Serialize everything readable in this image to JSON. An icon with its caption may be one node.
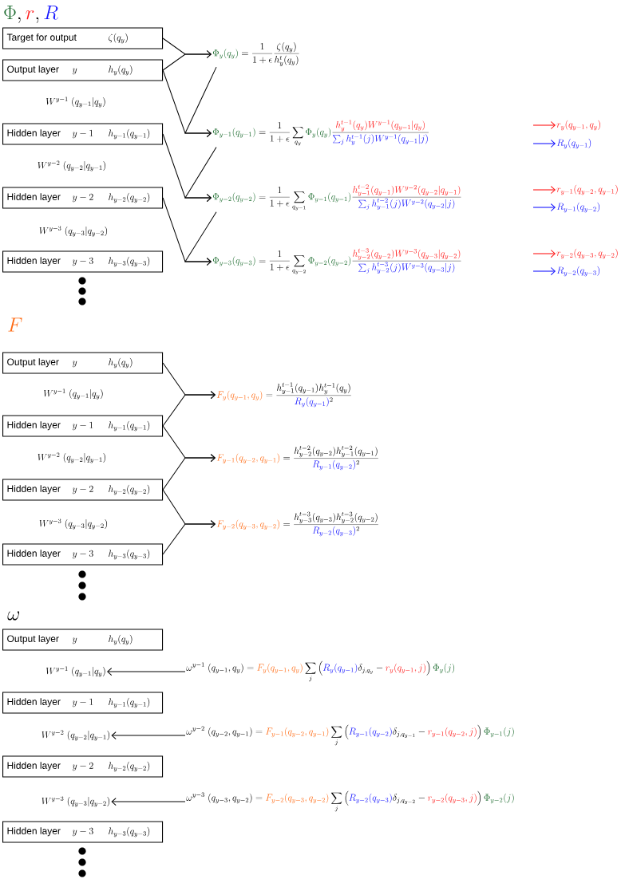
{
  "diagram": {
    "nodes": [
      {
        "text": [
          "Target for output",
          "\\zeta(q_y)"
        ]
      },
      {
        "text": [
          "Output layer",
          "y",
          "h_y(q_y)"
        ]
      },
      {
        "text": [
          "Hidden layer",
          "y-1",
          "h_{y-1}(q_{y-1})"
        ]
      },
      {
        "text": [
          "Hidden layer",
          "y-2",
          "h_{y-2}(q_{y-2})"
        ]
      },
      {
        "text": [
          "Hidden layer",
          "y-3",
          "h_{y-3}(q_{y-3})"
        ]
      },
      {
        "text": [
          "\\textcolor{green}{\\Phi_y(q_y)} = \\frac{1}{1+\\epsilon}\\frac{\\zeta(q_y)}{h^t_y(q_y)}"
        ]
      },
      {
        "text": [
          "\\textcolor{green}{\\Phi_{y-1}(q_{y-1})} = \\frac{1}{1+\\epsilon}\\sum_{q_y}\\textcolor{green}{\\Phi_y(q_y)}\\frac{\\textcolor{red}{h^{t-1}_y(q_y)W^{y-1}(q_{y-1}|q_y)}}{\\textcolor{blue}{\\sum_j h^{t-1}_y(j)W^{y-1}(q_{y-1}|j)}}"
        ]
      },
      {
        "text": [
          "\\textcolor{red}{r_y(q_{y-1},q_y)}"
        ]
      },
      {
        "text": [
          "\\textcolor{blue}{R_y(q_{y-1})}"
        ]
      },
      {
        "text": [
          "\\textcolor{green}{\\Phi_{y-2}(q_{y-2})} = \\frac{1}{1+\\epsilon}\\sum_{q_{y-1}}\\textcolor{green}{\\Phi_{y-1}(q_{y-1})}\\frac{\\textcolor{red}{h^{t-2}_{y-1}(q_{y-1})W^{y-2}(q_{y-2}|q_{y-1})}}{\\textcolor{blue}{\\sum_j h^{t-2}_{y-1}(j)W^{y-2}(q_{y-2}|j)}}"
        ]
      },
      {
        "text": [
          "\\textcolor{red}{r_{y-1}(q_{y-2},q_{y-1})}"
        ]
      },
      {
        "text": [
          "\\textcolor{blue}{R_{y-1}(q_{y-2})}"
        ]
      },
      {
        "text": [
          "\\textcolor{green}{\\Phi_{y-3}(q_{y-3})} = \\frac{1}{1+\\epsilon}\\sum_{q_{y-2}}\\textcolor{green}{\\Phi_{y-2}(q_{y-2})}\\frac{\\textcolor{red}{h^{t-3}_{y-2}(q_{y-2})W^{y-3}(q_{y-3}|q_{y-2})}}{\\textcolor{blue}{\\sum_j h^{t-3}_{y-2}(j)W^{y-3}(q_{y-3}|j)}}"
        ]
      },
      {
        "text": [
          "\\textcolor{red}{r_{y-2}(q_{y-3},q_{y-2})}"
        ]
      },
      {
        "text": [
          "\\textcolor{blue}{R_{y-2}(q_{y-3})}"
        ]
      },
      {
        "text": [
          "Output layer",
          "y",
          "h_y(q_y)"
        ]
      },
      {
        "text": [
          "Hidden layer",
          "y-1",
          "h_{y-1}(q_{y-1})"
        ]
      },
      {
        "text": [
          "Hidden layer",
          "y-2",
          "h_{y-2}(q_{y-2})"
        ]
      },
      {
        "text": [
          "Hidden layer",
          "y-3",
          "h_{y-3}(q_{y-3})"
        ]
      },
      {
        "text": [
          "\\textcolor{orange}{F_y(q_{y-1},q_y)} = \\frac{h^{t-1}_{y-1}(q_{y-1})h^{t-1}_y(q_y)}{\\textcolor{blue}{R_y(q_{y-1})}^2}"
        ]
      },
      {
        "text": [
          "\\textcolor{orange}{F_{y-1}(q_{y-2},q_{y-1})} = \\frac{h^{t-2}_{y-2}(q_{y-2})h^{t-2}_{y-1}(q_{y-1})}{\\textcolor{blue}{R_{y-1}(q_{y-2})}^2}"
        ]
      },
      {
        "text": [
          "\\textcolor{orange}{F_{y-2}(q_{y-3},q_{y-2})} = \\frac{h^{t-3}_{y-3}(q_{y-3})h^{t-3}_{y-2}(q_{y-2})}{\\textcolor{blue}{R_{y-2}(q_{y-3})}^2}"
        ]
      },
      {
        "text": [
          "Output layer",
          "y",
          "h_y(q_y)"
        ]
      },
      {
        "text": [
          "W^{y-1}\\ (q_{y-1}|q_y)"
        ]
      },
      {
        "text": [
          "\\omega^{y-1}\\ (q_{y-1},q_y) = \\textcolor{orange}{F_y(q_{y-1},q_y)}\\sum_j\\Big(\\textcolor{blue}{R_y(q_{y-1})}\\delta_{j,q_y} - \\textcolor{red}{r_y(q_{y-1},j)}\\Big)\\,\\textcolor{green}{\\Phi_y(j)}"
        ]
      },
      {
        "text": [
          "Hidden layer",
          "y-1",
          "h_{y-1}(q_{y-1})"
        ]
      },
      {
        "text": [
          "W^{y-2}\\ (q_{y-2}|q_{y-1})"
        ]
      },
      {
        "text": [
          "\\omega^{y-2}\\ (q_{y-2},q_{y-1}) = \\textcolor{orange}{F_{y-1}(q_{y-2},q_{y-1})}\\sum_j\\Big(\\textcolor{blue}{R_{y-1}(q_{y-2})}\\delta_{j,q_{y-1}} - \\textcolor{red}{r_{y-1}(q_{y-2},j)}\\Big)\\,\\textcolor{green}{\\Phi_{y-1}(j)}"
        ]
      },
      {
        "text": [
          "Hidden layer",
          "y-2",
          "h_{y-2}(q_{y-2})"
        ]
      },
      {
        "text": [
          "W^{y-3}\\ (q_{y-3}|q_{y-2})"
        ]
      },
      {
        "text": [
          "\\omega^{y-3}\\ (q_{y-3},q_{y-2}) = \\textcolor{orange}{F_{y-2}(q_{y-3},q_{y-2})}\\sum_j\\Big(\\textcolor{blue}{R_{y-2}(q_{y-3})}\\delta_{j,q_{y-2}} - \\textcolor{red}{r_{y-2}(q_{y-3},j)}\\Big)\\,\\textcolor{green}{\\Phi_{y-2}(j)}"
        ]
      },
      {
        "text": [
          "Hidden layer",
          "y-3",
          "h_{y-3}(q_{y-3})"
        ]
      }
    ],
    "edges": [
      {
        "from": 0,
        "to": 5,
        "arrow": "to"
      },
      {
        "from": 1,
        "to": 5,
        "arrow": "to"
      },
      {
        "from": 1,
        "to": 6,
        "arrow": "to"
      },
      {
        "from": 5,
        "to": 6,
        "arrow": "to"
      },
      {
        "from": null,
        "to": 7,
        "arrow": "to",
        "color": "#ff0000"
      },
      {
        "from": null,
        "to": 8,
        "arrow": "to",
        "color": "#0000ff"
      },
      {
        "from": 2,
        "to": 9,
        "arrow": "to"
      },
      {
        "from": 6,
        "to": 9,
        "arrow": "to"
      },
      {
        "from": null,
        "to": 10,
        "arrow": "to",
        "color": "#ff0000"
      },
      {
        "from": null,
        "to": 11,
        "arrow": "to",
        "color": "#0000ff"
      },
      {
        "from": 3,
        "to": 12,
        "arrow": "to"
      },
      {
        "from": 9,
        "to": 12,
        "arrow": "to"
      },
      {
        "from": null,
        "to": 13,
        "arrow": "to",
        "color": "#ff0000"
      },
      {
        "from": null,
        "to": 14,
        "arrow": "to",
        "color": "#0000ff"
      },
      {
        "from": 15,
        "to": 19,
        "arrow": "to"
      },
      {
        "from": 16,
        "to": 19,
        "arrow": "to"
      },
      {
        "from": 16,
        "to": 20,
        "arrow": "to"
      },
      {
        "from": 17,
        "to": 20,
        "arrow": "to"
      },
      {
        "from": 17,
        "to": 21,
        "arrow": "to"
      },
      {
        "from": 18,
        "to": 21,
        "arrow": "to"
      },
      {
        "from": 24,
        "to": 23,
        "arrow": "to"
      },
      {
        "from": 27,
        "to": 26,
        "arrow": "to"
      },
      {
        "from": 30,
        "to": 29,
        "arrow": "to"
      }
    ],
    "labels": [
      "\\textcolor{green}{\\Phi}, \\textcolor{red}{r}, \\textcolor{blue}{R}",
      "W^{y-1}\\ (q_{y-1}|q_y)",
      "W^{y-2}\\ (q_{y-2}|q_{y-1})",
      "W^{y-3}\\ (q_{y-3}|q_{y-2})",
      "\\textcolor{orange}{F}",
      "W^{y-1}\\ (q_{y-1}|q_y)",
      "W^{y-2}\\ (q_{y-2}|q_{y-1})",
      "W^{y-3}\\ (q_{y-3}|q_{y-2})",
      "\\omega"
    ]
  }
}
